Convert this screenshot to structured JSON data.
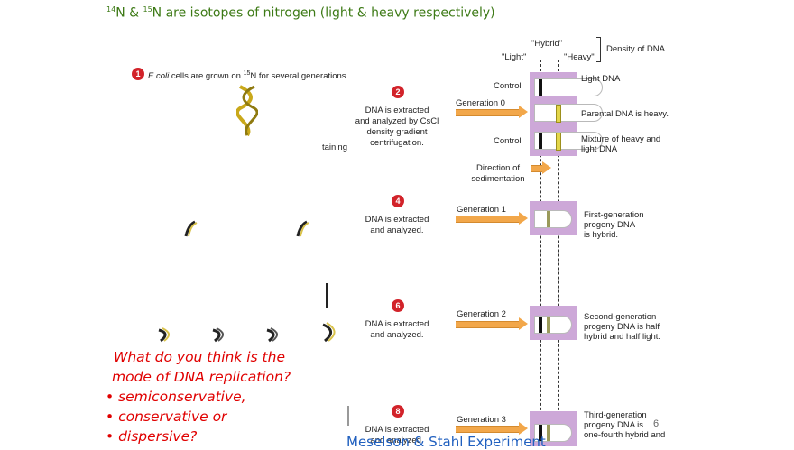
{
  "title": {
    "a": "14",
    "b": "N & ",
    "c": "15",
    "d": "N are isotopes of nitrogen (light & heavy respectively)"
  },
  "step1": {
    "num": "1",
    "text_a": "E.coli",
    "text_b": " cells are grown on ",
    "text_c": "15",
    "text_d": "N for several generations."
  },
  "step2": {
    "num": "2",
    "text": "DNA is extracted\nand analyzed by CsCl\ndensity gradient\ncentrifugation."
  },
  "step4": {
    "num": "4",
    "text": "DNA is extracted\nand analyzed."
  },
  "step6": {
    "num": "6",
    "text": "DNA is extracted\nand analyzed."
  },
  "step8": {
    "num": "8",
    "text": "DNA is extracted\nand analyzed."
  },
  "partial_taining": "taining",
  "density_labels": {
    "hybrid": "\"Hybrid\"",
    "light": "\"Light\"",
    "heavy": "\"Heavy\"",
    "density": "Density of DNA"
  },
  "rows": {
    "control_top": "Control",
    "gen0": "Generation 0",
    "control_bottom": "Control",
    "gen1": "Generation 1",
    "gen2": "Generation 2",
    "gen3": "Generation 3"
  },
  "notes": {
    "light": "Light DNA",
    "parental": "Parental DNA is heavy.",
    "mixture": "Mixture of heavy and\nlight DNA",
    "direction": "Direction of\nsedimentation",
    "first": "First-generation\nprogeny DNA\nis hybrid.",
    "second": "Second-generation\nprogeny DNA is half\nhybrid and half light.",
    "third": "Third-generation\nprogeny DNA is\none-fourth hybrid and"
  },
  "question": {
    "line1": "What do you think is the",
    "line2": "mode of DNA replication?",
    "opt1": "• semiconservative,",
    "opt2": "• conservative or",
    "opt3": "• dispersive?"
  },
  "page_number": "6",
  "footer": "Meselson & Stahl Experiment",
  "colors": {
    "title": "#3d7a16",
    "question": "#e00000",
    "footer": "#1f5fbf",
    "tube_bg": "#cda8d8",
    "arrow": "#f2a74a",
    "step_circle": "#d2232a"
  }
}
